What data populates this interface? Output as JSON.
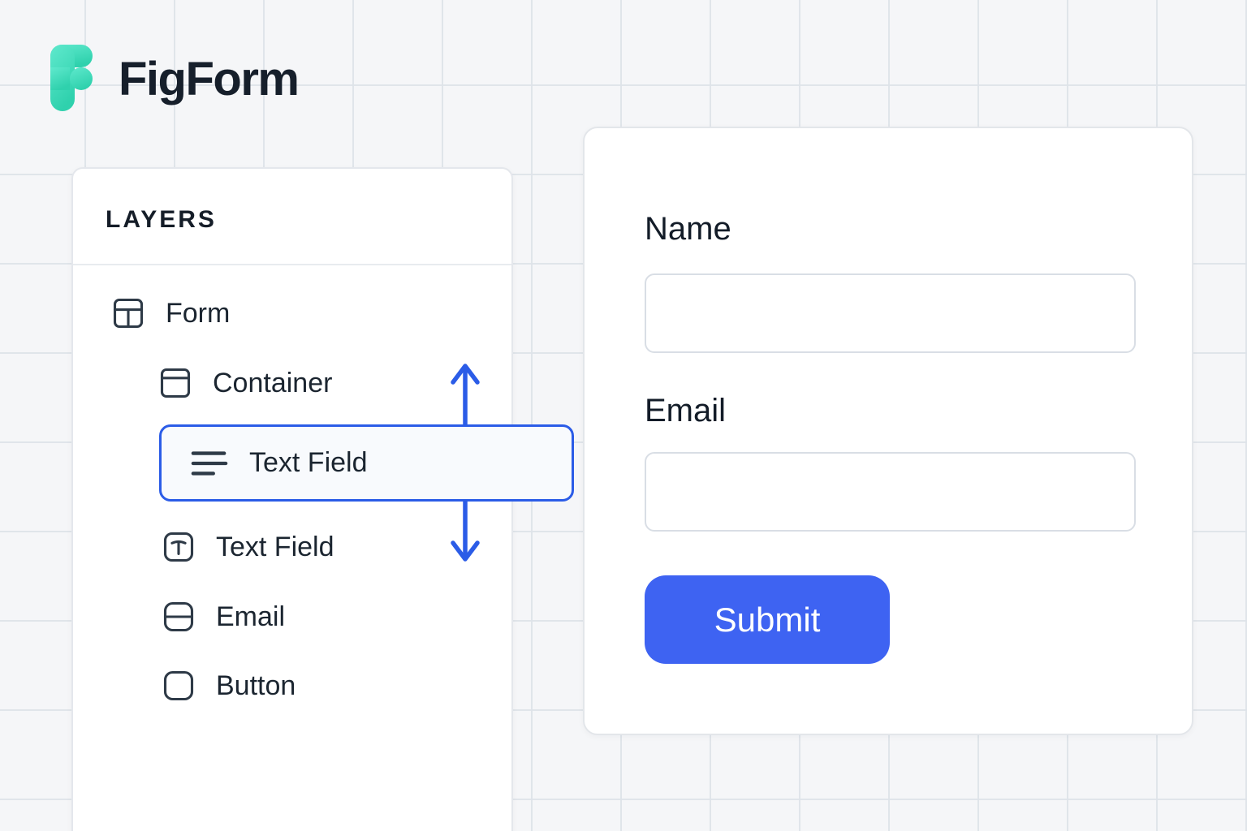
{
  "brand": {
    "name": "FigForm"
  },
  "layers_panel": {
    "title": "LAYERS",
    "items": [
      {
        "label": "Form",
        "icon": "layout-icon",
        "selected": false
      },
      {
        "label": "Container",
        "icon": "window-icon",
        "selected": false
      },
      {
        "label": "Text Field",
        "icon": "text-lines-icon",
        "selected": true
      },
      {
        "label": "Text Field",
        "icon": "text-icon",
        "selected": false
      },
      {
        "label": "Email",
        "icon": "rows-icon",
        "selected": false
      },
      {
        "label": "Button",
        "icon": "square-icon",
        "selected": false
      }
    ]
  },
  "canvas_form": {
    "fields": [
      {
        "label": "Name",
        "value": "",
        "placeholder": ""
      },
      {
        "label": "Email",
        "value": "",
        "placeholder": ""
      }
    ],
    "submit_label": "Submit"
  },
  "colors": {
    "selection_blue": "#2b5ce7",
    "submit_blue": "#3e63f2",
    "logo_teal_light": "#5fe9cd",
    "logo_teal_dark": "#2fd1ad",
    "text_dark": "#161f2b",
    "panel_border": "#e4e7ec",
    "background": "#f5f6f8"
  }
}
